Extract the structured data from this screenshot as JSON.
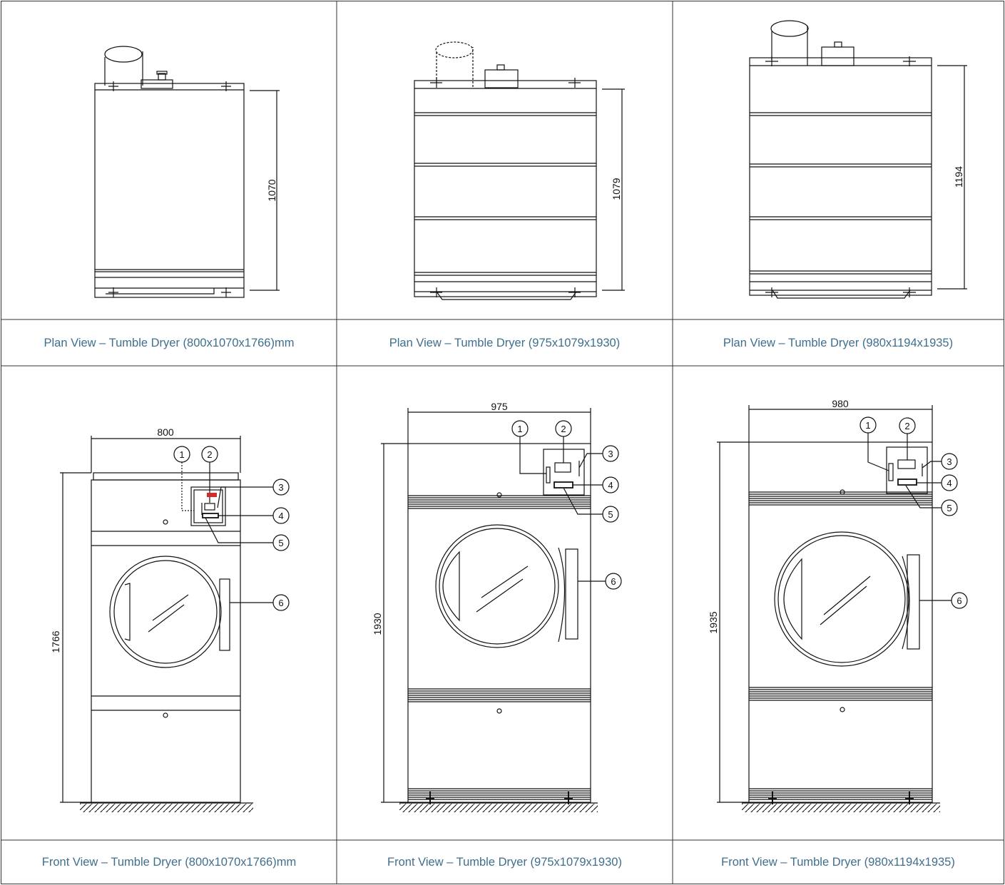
{
  "colors": {
    "caption": "#3f6f8c",
    "line": "#111111",
    "grid": "#333333",
    "accent_red": "#d42a2a"
  },
  "plan_views": [
    {
      "caption": "Plan View – Tumble Dryer (800x1070x1766)mm",
      "depth_dim": "1070"
    },
    {
      "caption": "Plan View – Tumble Dryer (975x1079x1930)",
      "depth_dim": "1079"
    },
    {
      "caption": "Plan View – Tumble Dryer (980x1194x1935)",
      "depth_dim": "1194"
    }
  ],
  "front_views": [
    {
      "caption": "Front View – Tumble Dryer (800x1070x1766)mm",
      "width_dim": "800",
      "height_dim": "1766"
    },
    {
      "caption": "Front View – Tumble Dryer (975x1079x1930)",
      "width_dim": "975",
      "height_dim": "1930"
    },
    {
      "caption": "Front View – Tumble Dryer (980x1194x1935)",
      "width_dim": "980",
      "height_dim": "1935"
    }
  ],
  "callout_labels": [
    "1",
    "2",
    "3",
    "4",
    "5",
    "6"
  ]
}
